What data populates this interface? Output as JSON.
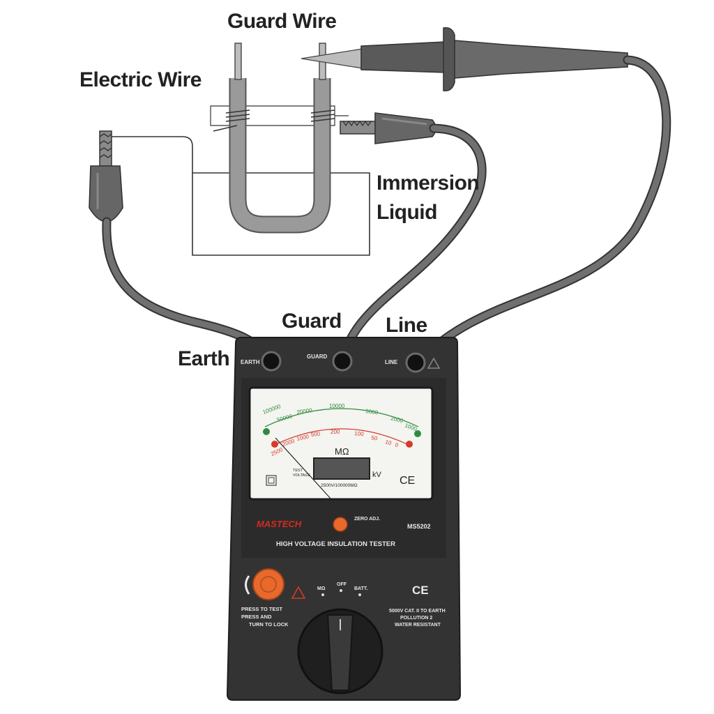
{
  "callouts": {
    "guard_wire": "Guard Wire",
    "electric_wire": "Electric Wire",
    "immersion_liquid_line1": "Immersion",
    "immersion_liquid_line2": "Liquid",
    "guard": "Guard",
    "line": "Line",
    "earth": "Earth"
  },
  "terminals": {
    "earth": "EARTH",
    "guard": "GUARD",
    "line": "LINE"
  },
  "dial": {
    "top_scale": [
      "100000",
      "50000",
      "20000",
      "10000",
      "5000",
      "2000",
      "1000"
    ],
    "bottom_scale": [
      "2500",
      "2000",
      "1000",
      "500",
      "200",
      "100",
      "50",
      "10",
      "0"
    ],
    "unit": "MΩ",
    "voltage_unit": "kV",
    "test_voltage_label": "TEST\nVOLTAGE",
    "range_note": "2500V/100000MΩ",
    "ce_mark": "CE"
  },
  "panel": {
    "brand": "MASTECH",
    "model": "MS5202",
    "zero_adj": "ZERO ADJ.",
    "title": "HIGH VOLTAGE INSULATION TESTER",
    "selector_mohm": "MΩ",
    "selector_off": "OFF",
    "selector_batt": "BATT.",
    "press_to_test": "PRESS TO TEST",
    "press_and": "PRESS AND",
    "turn_to_lock": "TURN TO LOCK",
    "ce_mark": "CE",
    "spec_line1": "5000V CAT. II TO EARTH",
    "spec_line2": "POLLUTION 2",
    "spec_line3": "WATER RESISTANT"
  },
  "colors": {
    "body": "#3c3c3c",
    "cable": "#6b6b6b",
    "orange_button": "#e8692b",
    "brand_red": "#d42a1e",
    "green_scale": "#2e8b3e",
    "red_scale": "#d43a2a"
  }
}
